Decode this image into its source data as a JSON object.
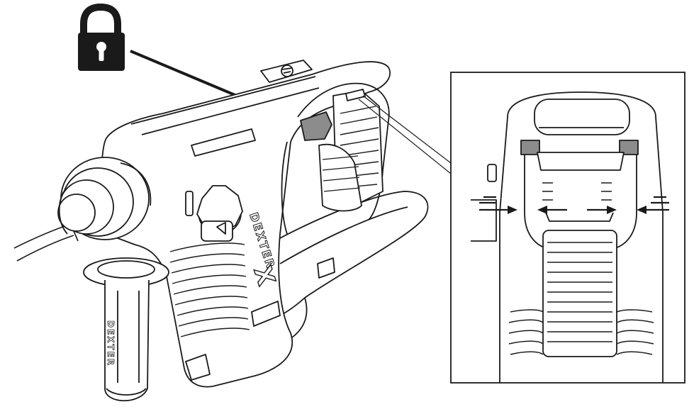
{
  "brand": {
    "body_label": "DEXTER",
    "body_mark": "X",
    "handle_label": "DEXTER"
  },
  "icons": {
    "lock": "lock-icon"
  },
  "colors": {
    "ink": "#1a1a1a",
    "gray_part": "#8c8c8c",
    "background": "#ffffff"
  }
}
